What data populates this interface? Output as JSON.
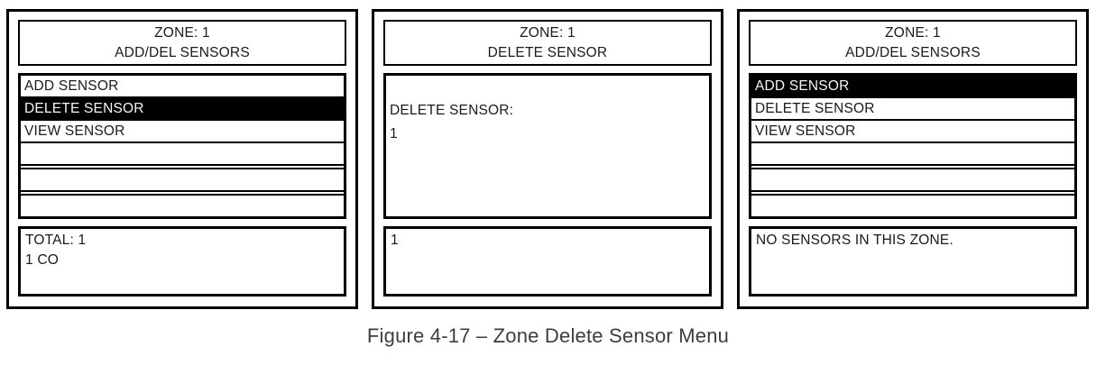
{
  "figure": {
    "caption": "Figure 4-17 – Zone Delete Sensor Menu"
  },
  "colors": {
    "border": "#000000",
    "screen_text": "#1a1a1a",
    "highlight_bg": "#000000",
    "highlight_text": "#f5f5f5",
    "caption_text": "#3d3d3d"
  },
  "panels": [
    {
      "title_line1": "ZONE: 1",
      "title_line2": "ADD/DEL SENSORS",
      "menu_items": [
        {
          "label": "ADD SENSOR",
          "selected": false
        },
        {
          "label": "DELETE SENSOR",
          "selected": true
        },
        {
          "label": "VIEW SENSOR",
          "selected": false
        },
        {
          "label": "",
          "selected": false
        },
        {
          "label": "",
          "selected": false
        },
        {
          "label": "",
          "selected": false
        }
      ],
      "footer_lines": [
        "TOTAL: 1",
        "1 CO"
      ]
    },
    {
      "title_line1": "ZONE: 1",
      "title_line2": "DELETE SENSOR",
      "body_lines": [
        "DELETE SENSOR:",
        "1"
      ],
      "footer_lines": [
        "1"
      ]
    },
    {
      "title_line1": "ZONE: 1",
      "title_line2": "ADD/DEL SENSORS",
      "menu_items": [
        {
          "label": "ADD SENSOR",
          "selected": true
        },
        {
          "label": "DELETE SENSOR",
          "selected": false
        },
        {
          "label": "VIEW SENSOR",
          "selected": false
        },
        {
          "label": "",
          "selected": false
        },
        {
          "label": "",
          "selected": false
        },
        {
          "label": "",
          "selected": false
        }
      ],
      "footer_lines": [
        "NO SENSORS IN THIS ZONE."
      ]
    }
  ]
}
